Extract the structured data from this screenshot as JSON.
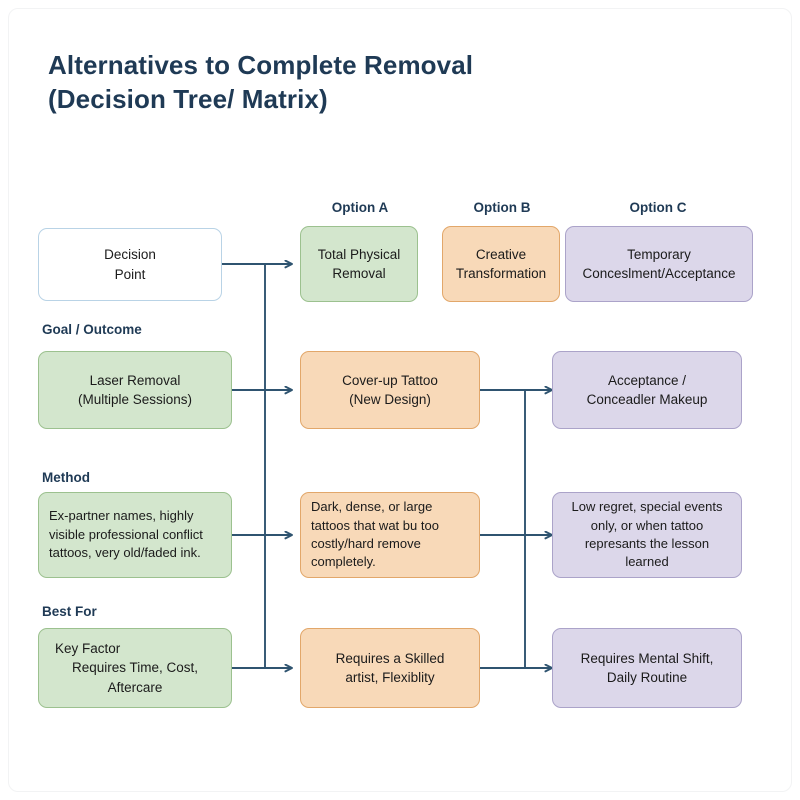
{
  "title": {
    "line1": "Alternatives to Complete Removal",
    "line2": "(Decision Tree/ Matrix)"
  },
  "colors": {
    "title_text": "#1f3a55",
    "label_text": "#1f3a55",
    "connector": "#2f5470",
    "green_fill": "#d3e6cd",
    "green_border": "#9cc18f",
    "orange_fill": "#f8d9b8",
    "orange_border": "#e2a76a",
    "purple_fill": "#dcd7ea",
    "purple_border": "#aba3c9",
    "white_fill": "#ffffff",
    "white_border": "#b9d3e6",
    "background": "#ffffff"
  },
  "column_headers": [
    {
      "label": "Option A"
    },
    {
      "label": "Option B"
    },
    {
      "label": "Option C"
    }
  ],
  "row_labels": [
    {
      "label": "Goal / Outcome"
    },
    {
      "label": "Method"
    },
    {
      "label": "Best For"
    }
  ],
  "nodes": {
    "decision_point": {
      "line1": "Decision",
      "line2": "Point"
    },
    "row1": {
      "a": {
        "line1": "Total Physical",
        "line2": "Removal"
      },
      "b": {
        "line1": "Creative",
        "line2": "Transformation"
      },
      "c": {
        "line1": "Temporary",
        "line2": "Conceslment/Acceptance"
      }
    },
    "row2": {
      "a": {
        "line1": "Laser Removal",
        "line2": "(Multiple Sessions)"
      },
      "b": {
        "line1": "Cover-up Tattoo",
        "line2": "(New Design)"
      },
      "c": {
        "line1": "Acceptance /",
        "line2": "Conceadler Makeup"
      }
    },
    "row3": {
      "a": {
        "text": "Ex-partner names, highly visible professional conflict tattoos, very old/faded ink."
      },
      "b": {
        "text": "Dark, dense, or large tattoos that wat bu too costly/hard remove completely."
      },
      "c": {
        "text": "Low regret, special events only, or when tattoo represants the lesson learned"
      }
    },
    "row4": {
      "a": {
        "line1": "Key Factor",
        "line2": "Requires Time, Cost, Aftercare"
      },
      "b": {
        "line1": "Requires a Skilled",
        "line2": "artist, Flexiblity"
      },
      "c": {
        "line1": "Requires Mental Shift,",
        "line2": "Daily Routine"
      }
    }
  }
}
